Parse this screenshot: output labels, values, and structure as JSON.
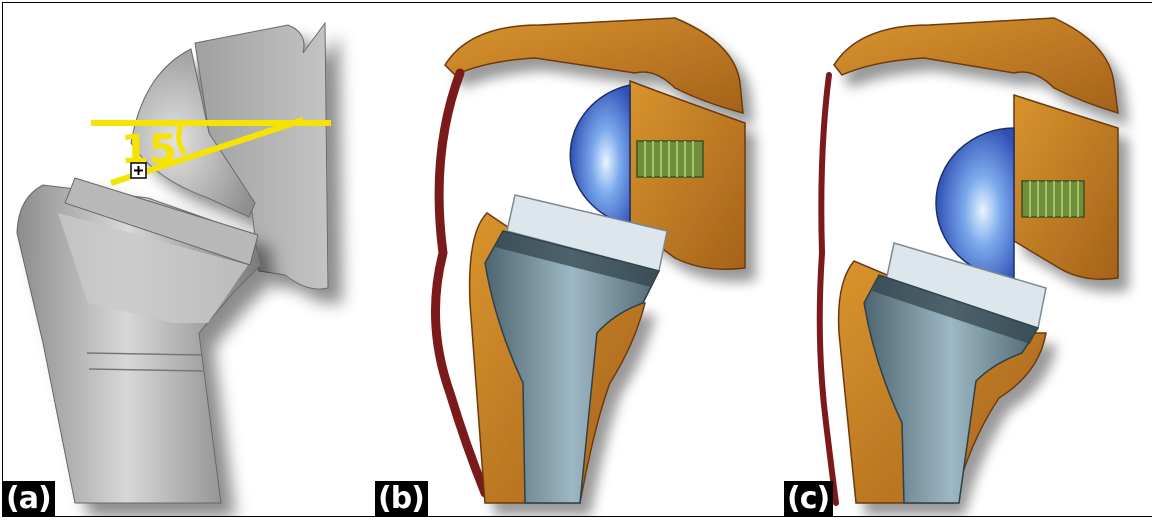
{
  "panels": [
    {
      "label": "(a)",
      "angle_value": "15"
    },
    {
      "label": "(b)"
    },
    {
      "label": "(c)"
    }
  ],
  "colors": {
    "angle_line": "#f5e400",
    "bone": "#c98a2e",
    "capsule": "#7a1a1a",
    "glenosphere": "#3a64c8",
    "metal": "#6b8a96",
    "poly": "#dde6ec"
  }
}
